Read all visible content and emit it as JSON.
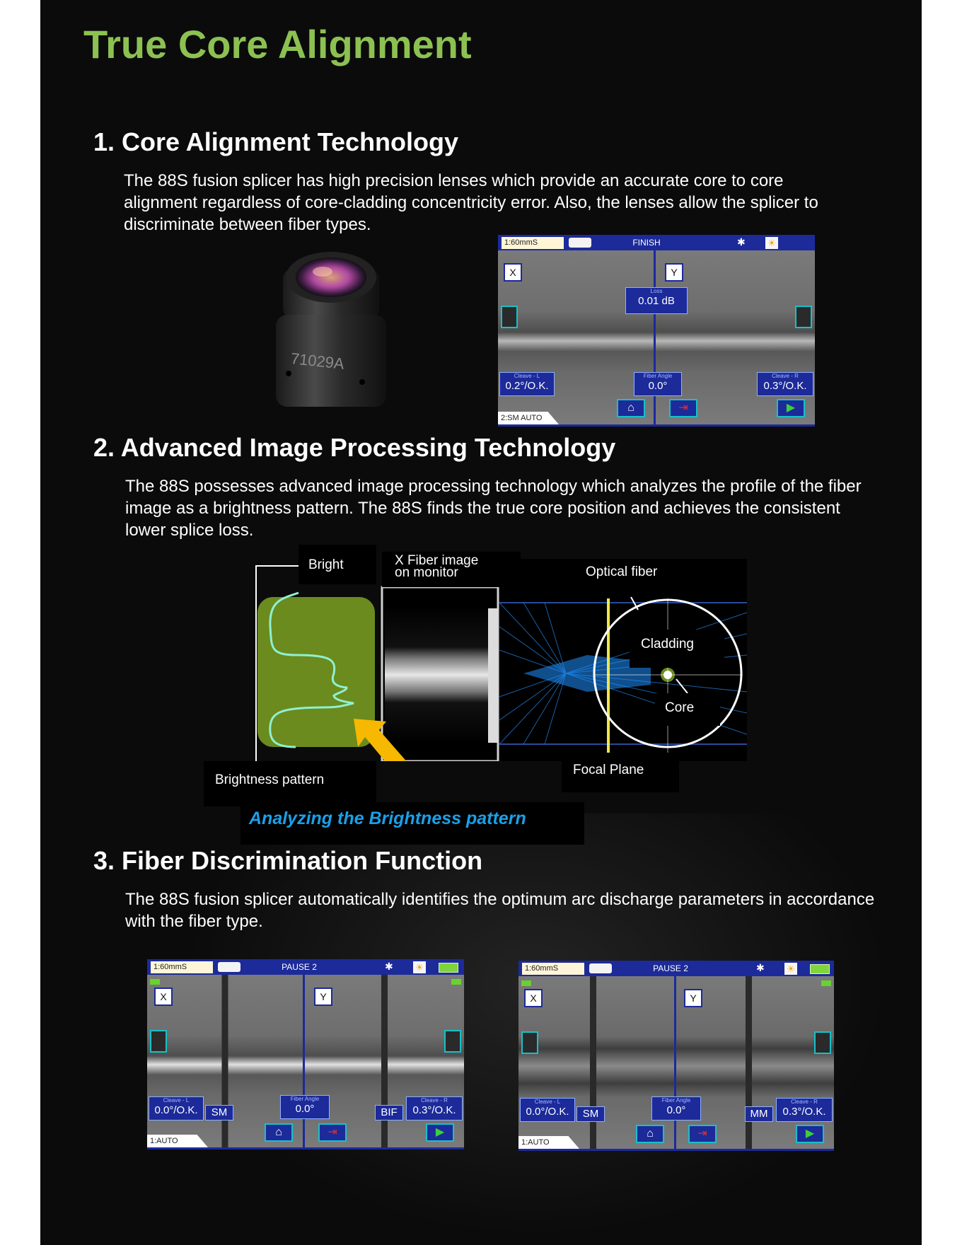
{
  "title": "True Core Alignment",
  "sections": {
    "s1": {
      "heading": "1. Core Alignment Technology",
      "body": "The 88S fusion splicer has high precision lenses which provide an accurate core to core alignment regardless of core-cladding concentricity error. Also, the lenses allow the splicer to discriminate between fiber types."
    },
    "s2": {
      "heading": "2. Advanced Image Processing Technology",
      "body": "The 88S possesses advanced image processing technology which analyzes the profile of the fiber image as a brightness pattern. The 88S finds the true core position and achieves the consistent lower splice loss."
    },
    "s3": {
      "heading": "3. Fiber Discrimination Function",
      "body": "The 88S fusion splicer automatically identifies the optimum arc discharge parameters in accordance with the fiber type."
    }
  },
  "lens": {
    "engraving": "71029A"
  },
  "screen1": {
    "speed": "1:60mmS",
    "status": "FINISH",
    "x_label": "X",
    "y_label": "Y",
    "loss_caption": "Loss",
    "loss_value": "0.01 dB",
    "cleave_l_caption": "Cleave - L",
    "cleave_l_value": "0.2°/O.K.",
    "fiber_angle_caption": "Fiber Angle",
    "fiber_angle_value": "0.0°",
    "cleave_r_caption": "Cleave - R",
    "cleave_r_value": "0.3°/O.K.",
    "mode": "2:SM AUTO"
  },
  "diagram": {
    "bright": "Bright",
    "x_fiber_line1": "X Fiber image",
    "x_fiber_line2": "on monitor",
    "optical_fiber": "Optical fiber",
    "cladding": "Cladding",
    "core": "Core",
    "focal_plane": "Focal Plane",
    "brightness_pattern": "Brightness pattern",
    "analyzing": "Analyzing the Brightness pattern"
  },
  "screen2": {
    "speed": "1:60mmS",
    "status": "PAUSE 2",
    "x_label": "X",
    "y_label": "Y",
    "cleave_l_caption": "Cleave - L",
    "cleave_l_value": "0.0°/O.K.",
    "left_type": "SM",
    "fiber_angle_caption": "Fiber Angle",
    "fiber_angle_value": "0.0°",
    "right_type": "BIF",
    "cleave_r_caption": "Cleave - R",
    "cleave_r_value": "0.3°/O.K.",
    "mode": "1:AUTO"
  },
  "screen3": {
    "speed": "1:60mmS",
    "status": "PAUSE 2",
    "x_label": "X",
    "y_label": "Y",
    "cleave_l_caption": "Cleave - L",
    "cleave_l_value": "0.0°/O.K.",
    "left_type": "SM",
    "fiber_angle_caption": "Fiber Angle",
    "fiber_angle_value": "0.0°",
    "right_type": "MM",
    "cleave_r_caption": "Cleave - R",
    "cleave_r_value": "0.3°/O.K.",
    "mode": "1:AUTO"
  },
  "colors": {
    "title_green": "#8cc152",
    "screen_blue": "#1c2a9a",
    "analyze_blue": "#1aa0e8",
    "arrow_yellow": "#f6b800",
    "pattern_green": "#6b8b1e"
  }
}
